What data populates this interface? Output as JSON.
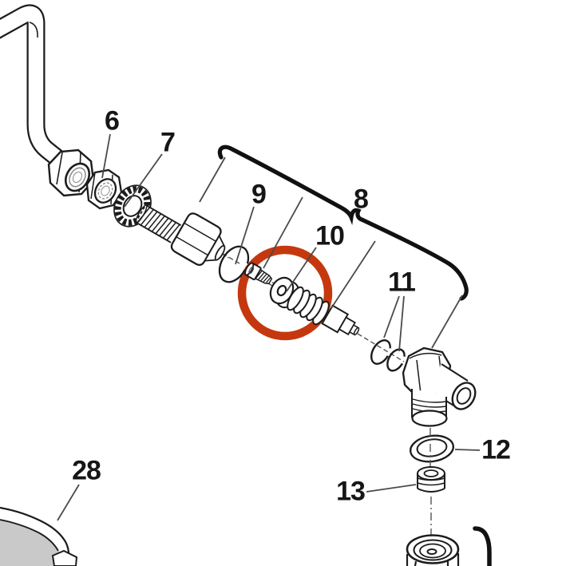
{
  "diagram": {
    "kind": "exploded-parts-diagram",
    "background_color": "#ffffff",
    "line_color": "#1c1c1c",
    "leader_color": "#4a4a4a",
    "highlight_circle_color": "#c5380f",
    "cup_fill_color": "#c9c9c9",
    "labels": [
      {
        "text": "6"
      },
      {
        "text": "7"
      },
      {
        "text": "8"
      },
      {
        "text": "9"
      },
      {
        "text": "10"
      },
      {
        "text": "11"
      },
      {
        "text": "12"
      },
      {
        "text": "13"
      },
      {
        "text": "28"
      }
    ]
  }
}
